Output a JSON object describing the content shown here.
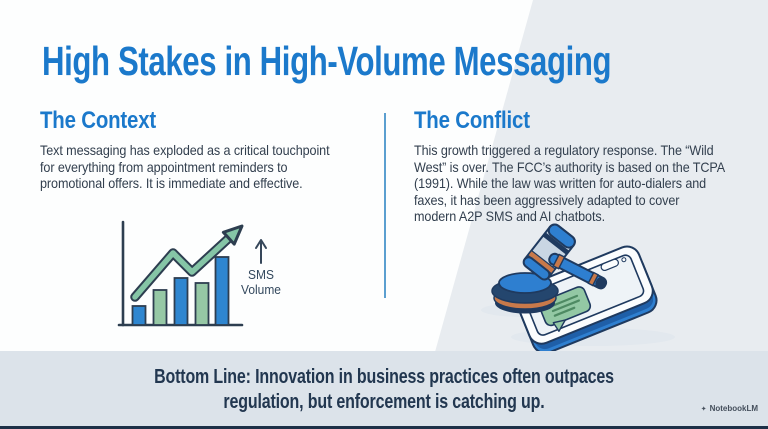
{
  "slide": {
    "title": "High Stakes in High-Volume Messaging",
    "sections": {
      "context": {
        "heading": "The Context",
        "body": "Text messaging has exploded as a critical touchpoint\nfor everything from appointment reminders to\npromotional offers. It is immediate and effective."
      },
      "conflict": {
        "heading": "The Conflict",
        "body": "This growth triggered a regulatory response. The “Wild\nWest” is over. The FCC’s authority is based on the TCPA\n(1991). While the law was written for auto-dialers and\nfaxes, it has been aggressively adapted to cover\nmodern A2P SMS and AI chatbots."
      }
    },
    "chart_label": "SMS\nVolume",
    "bottom_line": "Bottom Line: Innovation in business practices often outpaces\nregulation, but enforcement is catching up.",
    "watermark": "NotebookLM",
    "colors": {
      "accent_blue": "#1b79cb",
      "body_text": "#323f4e",
      "navy_outline": "#1f3a5f",
      "bar_blue": "#2e86d0",
      "bar_green": "#96c8a5",
      "trend_green": "#85c5a6",
      "ring_orange": "#c8794a",
      "band_background": "#dce3ea",
      "wedge_background": "#e8ecf0",
      "footer_bar": "#1d3047"
    }
  }
}
